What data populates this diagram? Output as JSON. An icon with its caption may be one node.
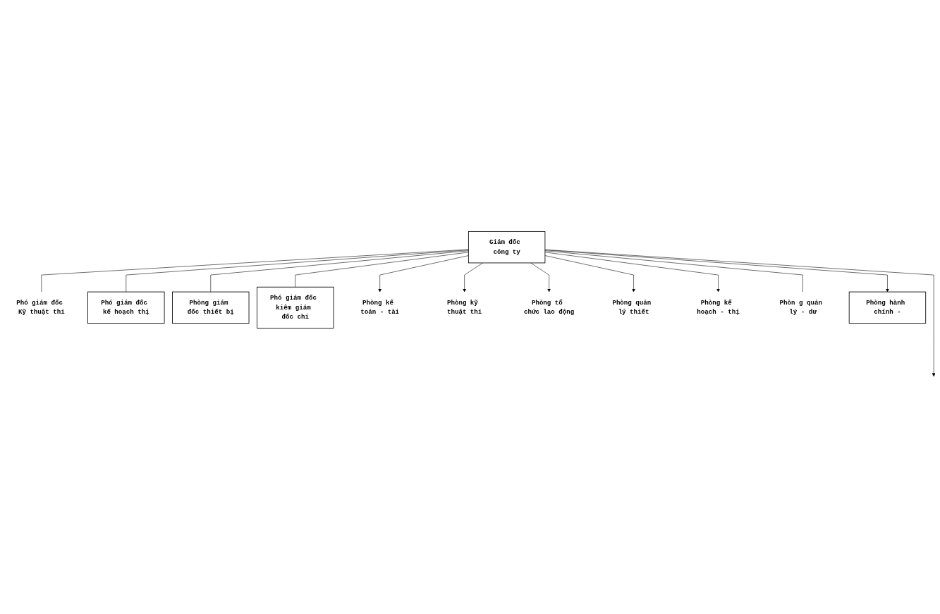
{
  "diagram": {
    "nodes": [
      {
        "text": [
          "Giám đốc công ty"
        ]
      },
      {
        "text": [
          "Phó giám đốc Kỹ thuật thi"
        ]
      },
      {
        "text": [
          "Phó giám đốc kế hoạch thị"
        ]
      },
      {
        "text": [
          "Phòng giám đốc thiết bị"
        ]
      },
      {
        "text": [
          "Phó giám đốc kiêm giám đốc chi"
        ]
      },
      {
        "text": [
          "Phòng kế toán - tài"
        ]
      },
      {
        "text": [
          "Phòng kỹ thuật thi"
        ]
      },
      {
        "text": [
          "Phòng tổ chức lao động"
        ]
      },
      {
        "text": [
          "Phòng quản lý thiết"
        ]
      },
      {
        "text": [
          "Phòng kế hoạch - thị"
        ]
      },
      {
        "text": [
          "Phòn g quản lý - dư"
        ]
      },
      {
        "text": [
          "Phòng hành chính -"
        ]
      }
    ],
    "edges": [
      {
        "from": 0,
        "to": 1,
        "arrow": "none"
      },
      {
        "from": 0,
        "to": 2,
        "arrow": "none"
      },
      {
        "from": 0,
        "to": 3,
        "arrow": "none"
      },
      {
        "from": 0,
        "to": 4,
        "arrow": "none"
      },
      {
        "from": 0,
        "to": 5,
        "arrow": "to"
      },
      {
        "from": 0,
        "to": 6,
        "arrow": "to"
      },
      {
        "from": 0,
        "to": 7,
        "arrow": "to"
      },
      {
        "from": 0,
        "to": null,
        "arrow": "to"
      },
      {
        "from": 0,
        "to": 8,
        "arrow": "to"
      },
      {
        "from": 0,
        "to": 9,
        "arrow": "to"
      },
      {
        "from": 0,
        "to": 10,
        "arrow": "none"
      },
      {
        "from": 0,
        "to": 11,
        "arrow": "to"
      }
    ]
  }
}
